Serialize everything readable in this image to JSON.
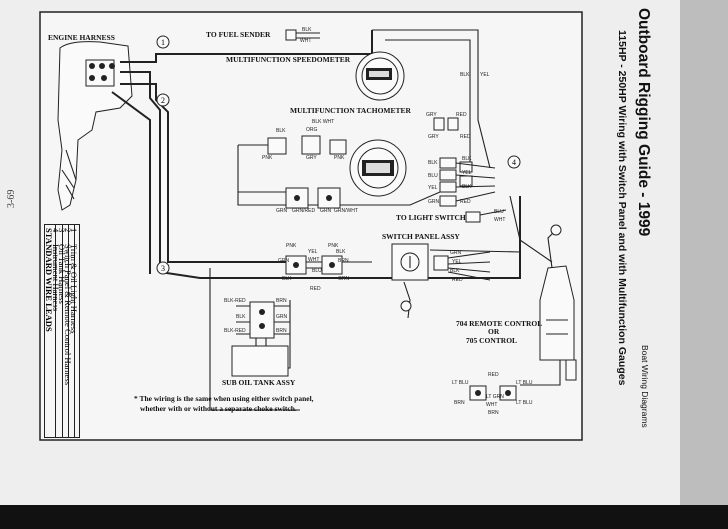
{
  "header": {
    "title": "Outboard Rigging Guide - 1999",
    "subtitle": "115HP - 250HP Wiring with Switch Panel and with Multifunction Gauges",
    "side_label": "Boat Wiring Diagrams",
    "page_number": "3-69"
  },
  "legend": {
    "title": "STANDARD WIRE LEADS",
    "items": [
      {
        "num": "1",
        "label": "Trim & Oil Light Harness"
      },
      {
        "num": "2",
        "label": "Switch Panel & Remote Control Harness"
      },
      {
        "num": "3",
        "label": "Oil Tank Harness"
      },
      {
        "num": "4",
        "label": "Instrument Harness"
      }
    ]
  },
  "labels": {
    "engine_harness": "ENGINE HARNESS",
    "fuel_sender": "TO FUEL SENDER",
    "speedometer": "MULTIFUNCTION SPEEDOMETER",
    "tachometer": "MULTIFUNCTION TACHOMETER",
    "light_switch": "TO LIGHT SWITCH",
    "switch_panel": "SWITCH PANEL ASSY",
    "remote_704": "704 REMOTE CONTROL",
    "or": "OR",
    "remote_705": "705 CONTROL",
    "sub_oil_tank": "SUB OIL TANK ASSY",
    "note_line1": "* The wiring is the same when using either switch panel,",
    "note_line2": "whether with or without a separate choke switch."
  },
  "callouts": [
    "1",
    "2",
    "3",
    "4"
  ],
  "wire_colors": {
    "fuel_sender": [
      "BLK",
      "WHT"
    ],
    "speedometer": [
      "BLK",
      "YEL",
      "GRY",
      "RED",
      "GRY",
      "RED"
    ],
    "tach_top": [
      "BLK",
      "BLK WHT",
      "ORG"
    ],
    "tach_mid": [
      "PNK",
      "GRY",
      "PNK"
    ],
    "tach_bottom": [
      "GRN",
      "GRN/RED",
      "GRN",
      "GRN/WHT"
    ],
    "gauge_stack": [
      "BLK",
      "BLU",
      "YEL",
      "BLK",
      "YEL",
      "BLK",
      "GRN",
      "RED",
      "BLU",
      "WHT"
    ],
    "switch_left": [
      "PNK",
      "YEL",
      "PNK",
      "BLK",
      "GRN",
      "WHT",
      "BLU",
      "BRN",
      "BLK",
      "RED",
      "GRN"
    ],
    "switch_right": [
      "GRN",
      "YEL",
      "BLK",
      "RED"
    ],
    "oil_tank": [
      "BLK-RED",
      "BRN",
      "BLK",
      "GRN",
      "BLK-RED",
      "BRN"
    ],
    "remote": [
      "LT BLU",
      "RED",
      "LT BLU",
      "BRN",
      "LT GRN",
      "WHT",
      "BRN",
      "LT BLU"
    ]
  }
}
